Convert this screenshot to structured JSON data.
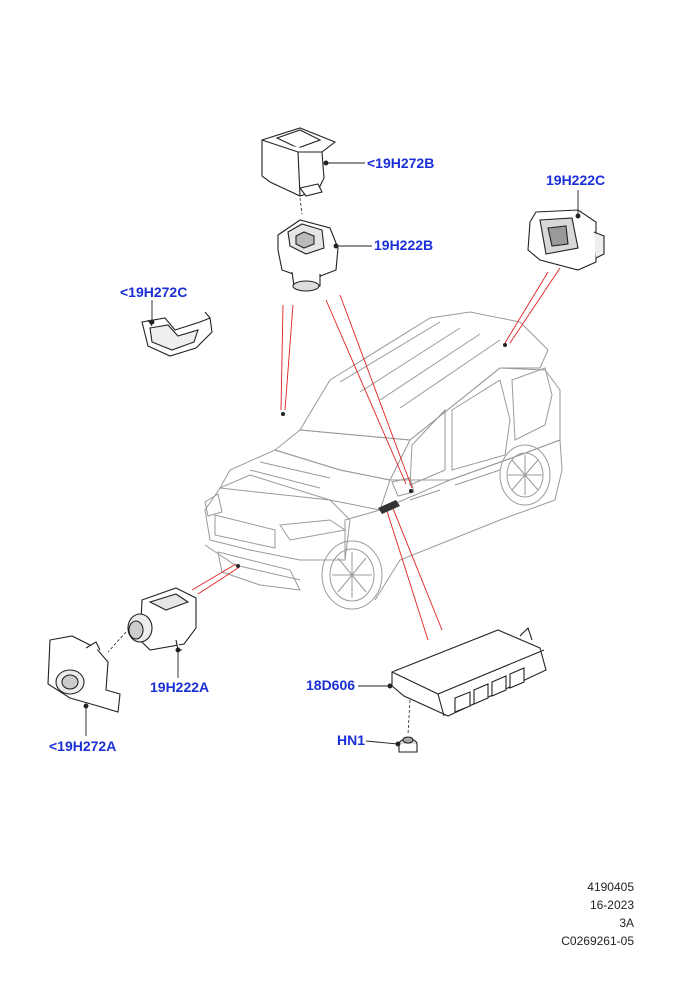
{
  "callouts": {
    "p19h272b": "<19H272B",
    "p19h222b": "19H222B",
    "p19h222c": "19H222C",
    "p19h272c": "<19H272C",
    "p19h222a": "19H222A",
    "p19h272a": "<19H272A",
    "p18d606": "18D606",
    "hn1": "HN1"
  },
  "footer": {
    "illustration_number": "4190405",
    "date_code": "16-2023",
    "revision": "3A",
    "catalog_code": "C0269261-05"
  },
  "colors": {
    "callout": "#1a2fd6",
    "leader_red": "#e02020",
    "outline": "#222222",
    "body_line": "#9a9a9a"
  }
}
